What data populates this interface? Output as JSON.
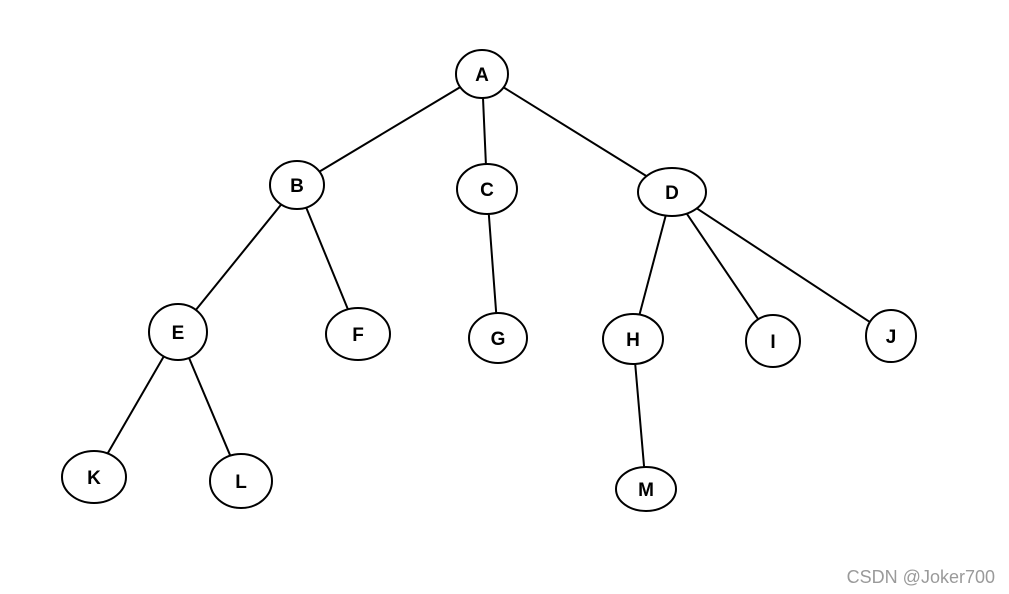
{
  "tree": {
    "nodes": [
      {
        "id": "A",
        "label": "A"
      },
      {
        "id": "B",
        "label": "B"
      },
      {
        "id": "C",
        "label": "C"
      },
      {
        "id": "D",
        "label": "D"
      },
      {
        "id": "E",
        "label": "E"
      },
      {
        "id": "F",
        "label": "F"
      },
      {
        "id": "G",
        "label": "G"
      },
      {
        "id": "H",
        "label": "H"
      },
      {
        "id": "I",
        "label": "I"
      },
      {
        "id": "J",
        "label": "J"
      },
      {
        "id": "K",
        "label": "K"
      },
      {
        "id": "L",
        "label": "L"
      },
      {
        "id": "M",
        "label": "M"
      }
    ],
    "edges": [
      {
        "from": "A",
        "to": "B"
      },
      {
        "from": "A",
        "to": "C"
      },
      {
        "from": "A",
        "to": "D"
      },
      {
        "from": "B",
        "to": "E"
      },
      {
        "from": "B",
        "to": "F"
      },
      {
        "from": "C",
        "to": "G"
      },
      {
        "from": "D",
        "to": "H"
      },
      {
        "from": "D",
        "to": "I"
      },
      {
        "from": "D",
        "to": "J"
      },
      {
        "from": "E",
        "to": "K"
      },
      {
        "from": "E",
        "to": "L"
      },
      {
        "from": "H",
        "to": "M"
      }
    ]
  },
  "watermark": "CSDN @Joker700"
}
